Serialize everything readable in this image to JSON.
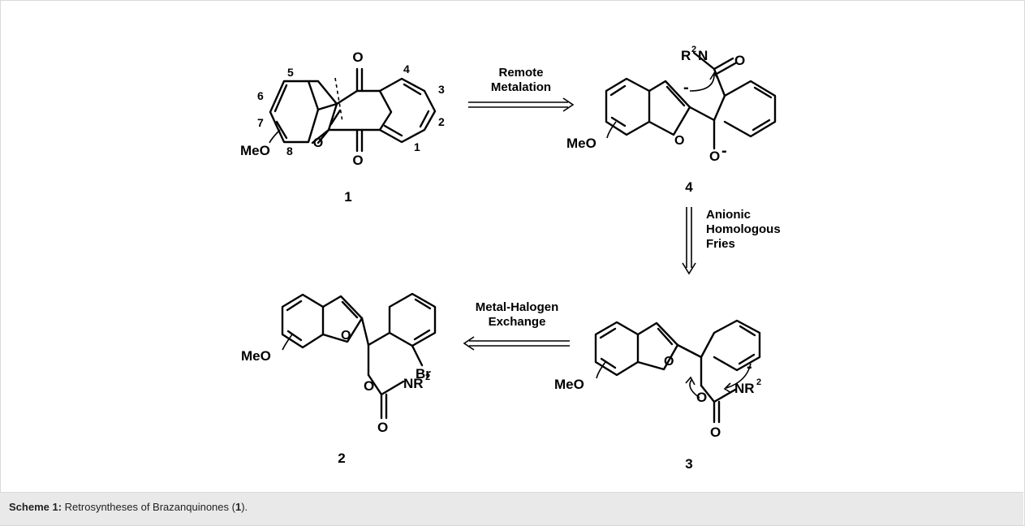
{
  "figure": {
    "caption_label": "Scheme 1:",
    "caption_text_a": " Retrosyntheses of Brazanquinones (",
    "caption_compound": "1",
    "caption_text_b": ")."
  },
  "compounds": {
    "c1": {
      "number": "1",
      "positions": [
        "5",
        "4",
        "3",
        "2",
        "1",
        "6",
        "7",
        "8"
      ],
      "methoxy": "MeO",
      "oxygens": [
        "O",
        "O",
        "O"
      ]
    },
    "c4": {
      "number": "4",
      "amide_r": "R",
      "amide_sup": "2",
      "amide_n": "N",
      "carbonyl_o": "O",
      "methoxy": "MeO",
      "ring_o": "O",
      "alkoxide_o": "O",
      "charge": "-"
    },
    "c3": {
      "number": "3",
      "methoxy": "MeO",
      "ring_o": "O",
      "ester_o": "O",
      "carbonyl_o": "O",
      "amine": "NR",
      "amine_sup": "2",
      "charge": "-"
    },
    "c2": {
      "number": "2",
      "methoxy": "MeO",
      "ring_o": "O",
      "ester_o": "O",
      "carbonyl_o": "O",
      "amine": "NR",
      "amine_sup": "2",
      "halogen": "Br"
    }
  },
  "arrows": {
    "a1": [
      "Remote",
      "Metalation"
    ],
    "a2": [
      "Anionic",
      "Homologous",
      "Fries"
    ],
    "a3": [
      "Metal-Halogen",
      "Exchange"
    ]
  }
}
